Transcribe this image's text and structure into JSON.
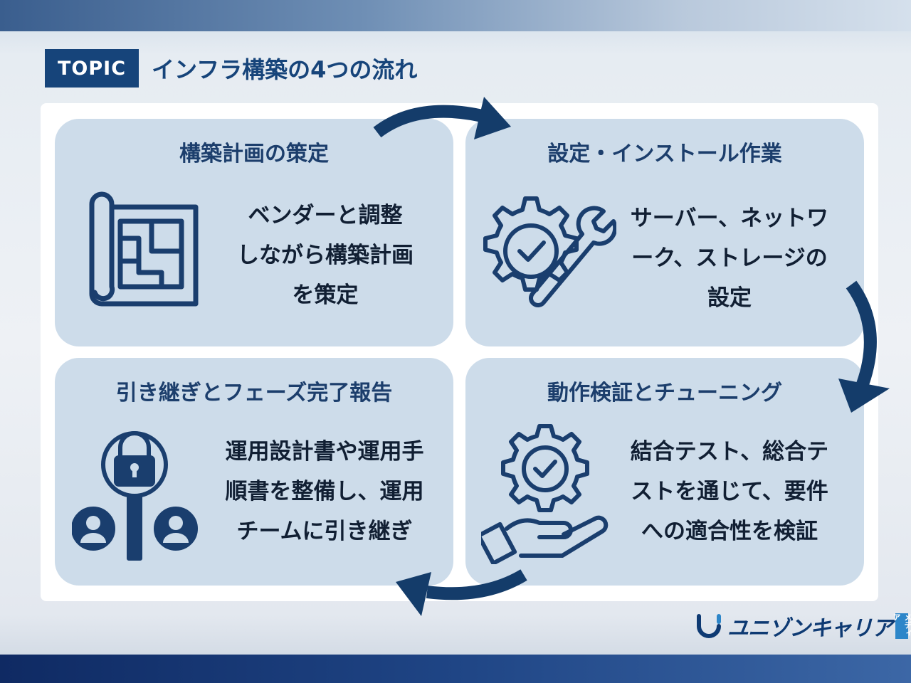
{
  "header": {
    "badge": "TOPIC",
    "title": "インフラ構築の4つの流れ"
  },
  "steps": [
    {
      "title": "構築計画の策定",
      "text": "ベンダーと調整\nしながら構築計画\nを策定",
      "icon": "blueprint-icon"
    },
    {
      "title": "設定・インストール作業",
      "text": "サーバー、ネットワ\nーク、ストレージの\n設定",
      "icon": "gear-wrench-icon"
    },
    {
      "title": "動作検証とチューニング",
      "text": "結合テスト、総合テ\nストを通じて、要件\nへの適合性を検証",
      "icon": "hand-gear-check-icon"
    },
    {
      "title": "引き継ぎとフェーズ完了報告",
      "text": "運用設計書や運用手\n順書を整備し、運用\nチームに引き継ぎ",
      "icon": "lock-users-icon"
    }
  ],
  "logo": {
    "text": "ユニゾンキャリア",
    "tag": "メディア"
  },
  "colors": {
    "primary": "#16447a",
    "card": "#cddcea",
    "arrow": "#143c6a"
  }
}
